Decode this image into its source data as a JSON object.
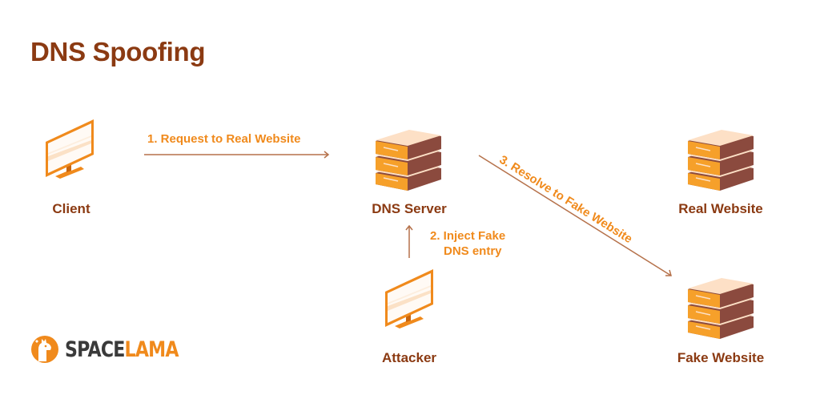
{
  "title": "DNS Spoofing",
  "colors": {
    "title": "#8b3a12",
    "edge_label": "#f08a1c",
    "arrow": "#b5714a",
    "server_top": "#fde0c6",
    "server_front": "#f6a02a",
    "server_side": "#8b4a3e",
    "monitor": "#f08a1c"
  },
  "nodes": {
    "client": {
      "label": "Client",
      "icon": "monitor-icon"
    },
    "dns_server": {
      "label": "DNS Server",
      "icon": "server-stack-icon"
    },
    "real_website": {
      "label": "Real Website",
      "icon": "server-stack-icon"
    },
    "fake_website": {
      "label": "Fake Website",
      "icon": "server-stack-icon"
    },
    "attacker": {
      "label": "Attacker",
      "icon": "monitor-icon"
    }
  },
  "edges": [
    {
      "from": "client",
      "to": "dns_server",
      "label": "1. Request to Real Website"
    },
    {
      "from": "attacker",
      "to": "dns_server",
      "label_line1": "2. Inject Fake",
      "label_line2": "DNS entry"
    },
    {
      "from": "dns_server",
      "to": "fake_website",
      "label": "3. Resolve to Fake Website"
    }
  ],
  "logo": {
    "part1": "SPACE",
    "part2": "LAMA"
  }
}
